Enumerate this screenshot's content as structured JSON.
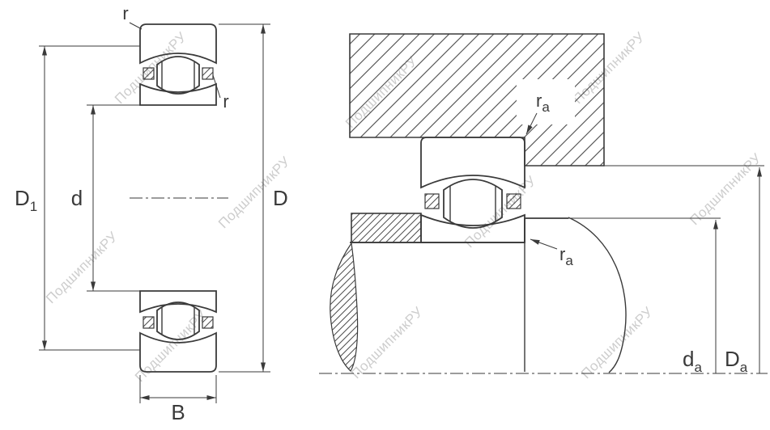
{
  "watermark_text": "ПодшипникРУ",
  "colors": {
    "line_color": "#3a3a3a",
    "hatch_color": "#4a4a4a",
    "watermark_color": "#c8c8c8",
    "background": "#ffffff"
  },
  "left_view": {
    "label_outer_diameter": "D",
    "label_shoulder_diameter_main": "D",
    "label_shoulder_diameter_sub": "1",
    "label_bore_diameter": "d",
    "label_width": "B",
    "label_chamfer_outer": "r",
    "label_chamfer_inner": "r"
  },
  "right_view": {
    "label_fillet_housing_main": "r",
    "label_fillet_housing_sub": "a",
    "label_fillet_shaft_main": "r",
    "label_fillet_shaft_sub": "a",
    "label_shaft_abutment_main": "d",
    "label_shaft_abutment_sub": "a",
    "label_housing_abutment_main": "D",
    "label_housing_abutment_sub": "a"
  }
}
